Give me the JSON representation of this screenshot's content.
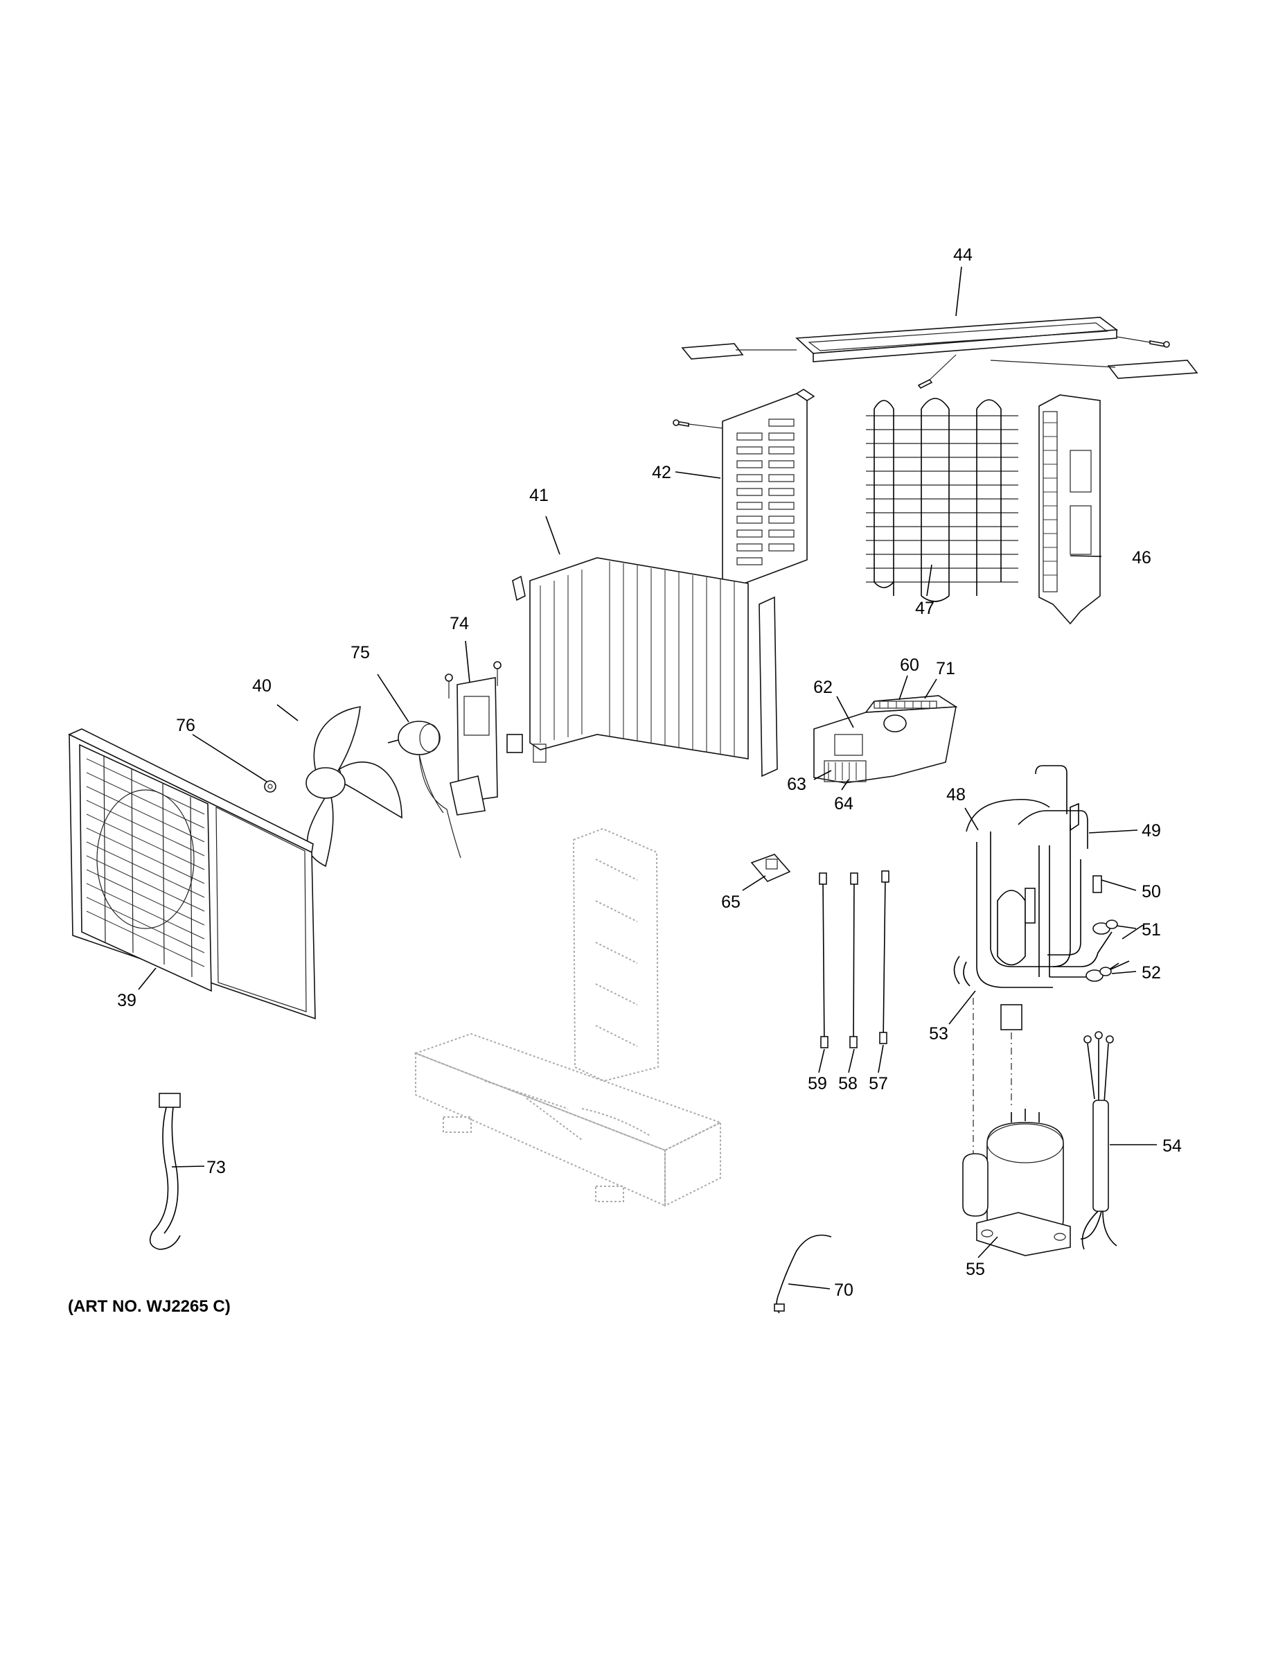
{
  "diagram": {
    "art_number": "(ART NO. WJ2265 C)",
    "callouts": [
      {
        "id": "44",
        "text": "44"
      },
      {
        "id": "42",
        "text": "42"
      },
      {
        "id": "41",
        "text": "41"
      },
      {
        "id": "46",
        "text": "46"
      },
      {
        "id": "47",
        "text": "47"
      },
      {
        "id": "74",
        "text": "74"
      },
      {
        "id": "75",
        "text": "75"
      },
      {
        "id": "40",
        "text": "40"
      },
      {
        "id": "76",
        "text": "76"
      },
      {
        "id": "60",
        "text": "60"
      },
      {
        "id": "71",
        "text": "71"
      },
      {
        "id": "62",
        "text": "62"
      },
      {
        "id": "63",
        "text": "63"
      },
      {
        "id": "64",
        "text": "64"
      },
      {
        "id": "48",
        "text": "48"
      },
      {
        "id": "49",
        "text": "49"
      },
      {
        "id": "50",
        "text": "50"
      },
      {
        "id": "51",
        "text": "51"
      },
      {
        "id": "52",
        "text": "52"
      },
      {
        "id": "53",
        "text": "53"
      },
      {
        "id": "65",
        "text": "65"
      },
      {
        "id": "39",
        "text": "39"
      },
      {
        "id": "59",
        "text": "59"
      },
      {
        "id": "58",
        "text": "58"
      },
      {
        "id": "57",
        "text": "57"
      },
      {
        "id": "54",
        "text": "54"
      },
      {
        "id": "73",
        "text": "73"
      },
      {
        "id": "55",
        "text": "55"
      },
      {
        "id": "70",
        "text": "70"
      }
    ]
  }
}
